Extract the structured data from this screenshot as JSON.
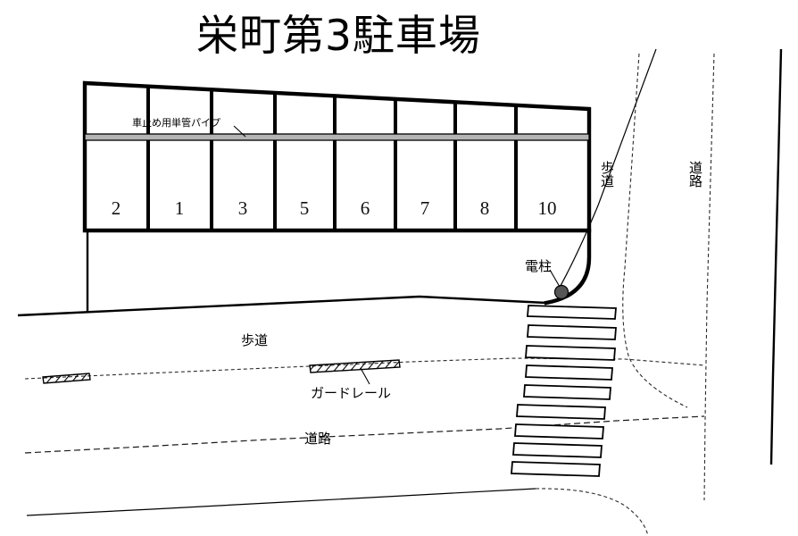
{
  "title": "栄町第3駐車場",
  "parking_lot": {
    "name": "parking-lot-grid",
    "stalls": [
      {
        "number": "2"
      },
      {
        "number": "1"
      },
      {
        "number": "3"
      },
      {
        "number": "5"
      },
      {
        "number": "6"
      },
      {
        "number": "7"
      },
      {
        "number": "8"
      },
      {
        "number": "10"
      }
    ],
    "pipe_label": "車止め用単管パイプ"
  },
  "annotations": {
    "utility_pole": "電柱",
    "guardrail": "ガードレール",
    "sidewalk_upper_right": "歩道",
    "sidewalk_lower": "歩道",
    "road_right": "道路",
    "road_lower": "道路"
  },
  "colors": {
    "ink": "#000000",
    "pipe_fill": "#b4b4b4",
    "pole_fill": "#555555",
    "background": "#ffffff"
  }
}
